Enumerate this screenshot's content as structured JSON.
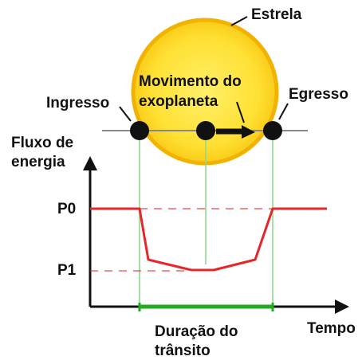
{
  "labels": {
    "star": "Estrela",
    "motion_line1": "Movimento do",
    "motion_line2": "exoplaneta",
    "ingress": "Ingresso",
    "egress": "Egresso",
    "flux_line1": "Fluxo de",
    "flux_line2": "energia",
    "p0": "P0",
    "p1": "P1",
    "duration_line1": "Duração do",
    "duration_line2": "trânsito",
    "time": "Tempo"
  },
  "colors": {
    "star_fill": "#ffe033",
    "star_stroke": "#f2b300",
    "light_curve": "#e8262a",
    "guide": "#8fd88f",
    "duration_bar": "#22aa22",
    "planet": "#111111",
    "axis": "#111111"
  }
}
